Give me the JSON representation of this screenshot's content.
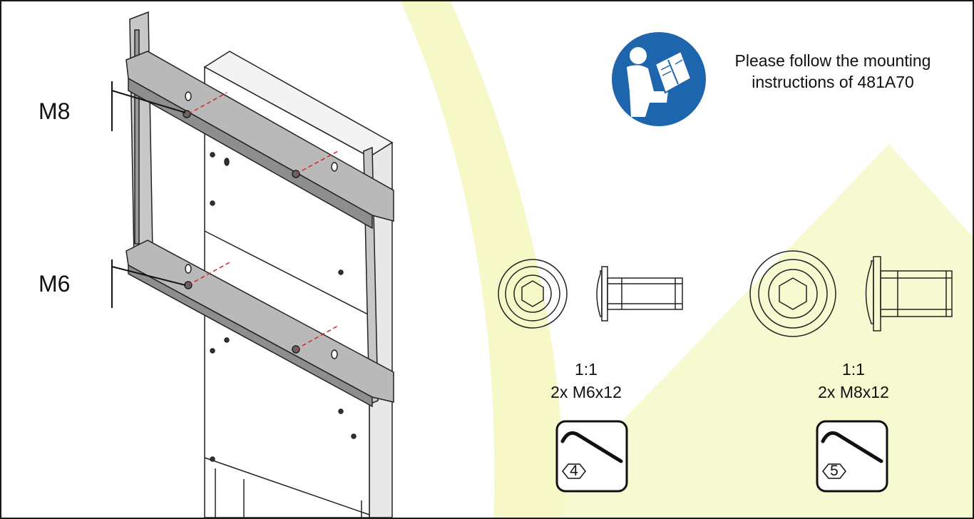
{
  "labels": {
    "m8": "M8",
    "m6": "M6"
  },
  "instructions": {
    "line1": "Please follow the mounting",
    "line2": "instructions of 481A70"
  },
  "bolts": [
    {
      "scale": "1:1",
      "spec": "2x M6x12",
      "wrench_size": "4",
      "icon": "hex-key-icon"
    },
    {
      "scale": "1:1",
      "spec": "2x M8x12",
      "wrench_size": "5",
      "icon": "hex-key-icon"
    }
  ],
  "icons": {
    "manual": "read-manual-icon"
  },
  "colors": {
    "manual_blue": "#1d65ad",
    "watermark": "#f6f8c8",
    "drill_line": "#d9232a"
  }
}
